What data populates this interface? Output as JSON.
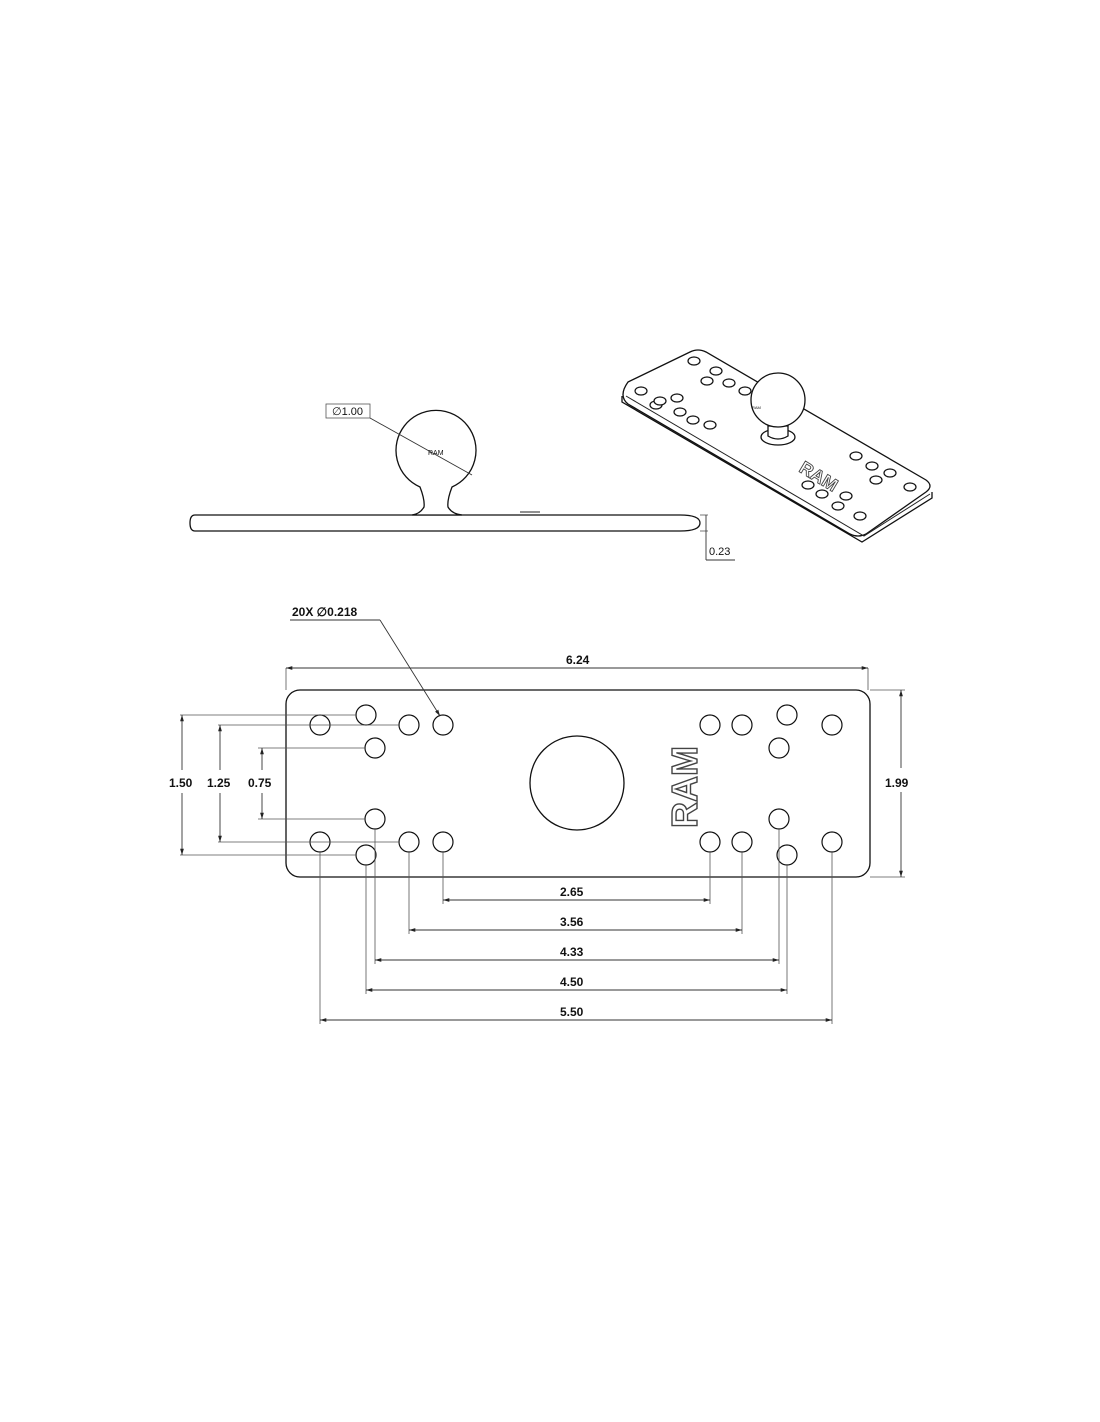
{
  "side_view": {
    "ball_diameter_label": "∅1.00",
    "ball_logo": "RAM",
    "thickness_label": "0.23"
  },
  "iso_view": {
    "logo": "RAM",
    "ball_logo": "RAM"
  },
  "top_view": {
    "hole_callout": "20X ∅0.218",
    "overall_length": "6.24",
    "overall_width": "1.99",
    "vertical_dims": [
      "1.50",
      "1.25",
      "0.75"
    ],
    "horizontal_dims": [
      "2.65",
      "3.56",
      "4.33",
      "4.50",
      "5.50"
    ],
    "logo": "RAM"
  }
}
